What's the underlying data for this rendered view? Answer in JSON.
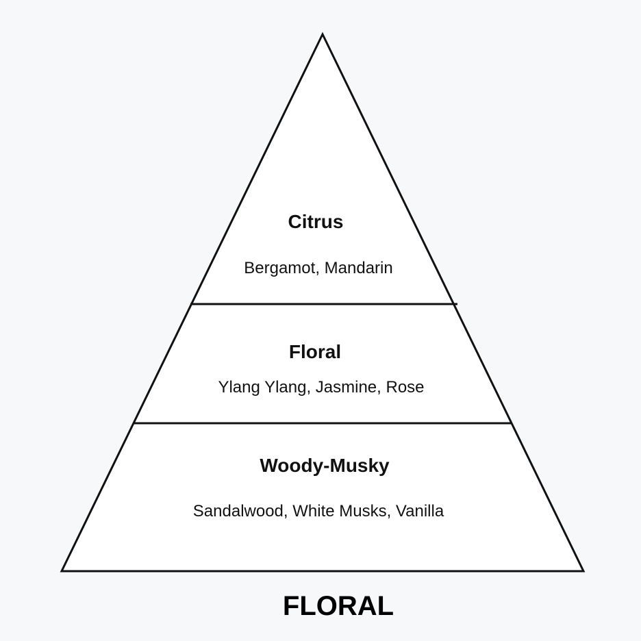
{
  "pyramid": {
    "tiers": [
      {
        "name": "Citrus",
        "notes": "Bergamot, Mandarin"
      },
      {
        "name": "Floral",
        "notes": "Ylang Ylang, Jasmine, Rose"
      },
      {
        "name": "Woody-Musky",
        "notes": "Sandalwood, White Musks, Vanilla"
      }
    ],
    "family": "FLORAL"
  },
  "colors": {
    "background": "#f7f8fa",
    "pyramid_fill": "#ffffff",
    "stroke": "#111111",
    "text": "#111111"
  }
}
